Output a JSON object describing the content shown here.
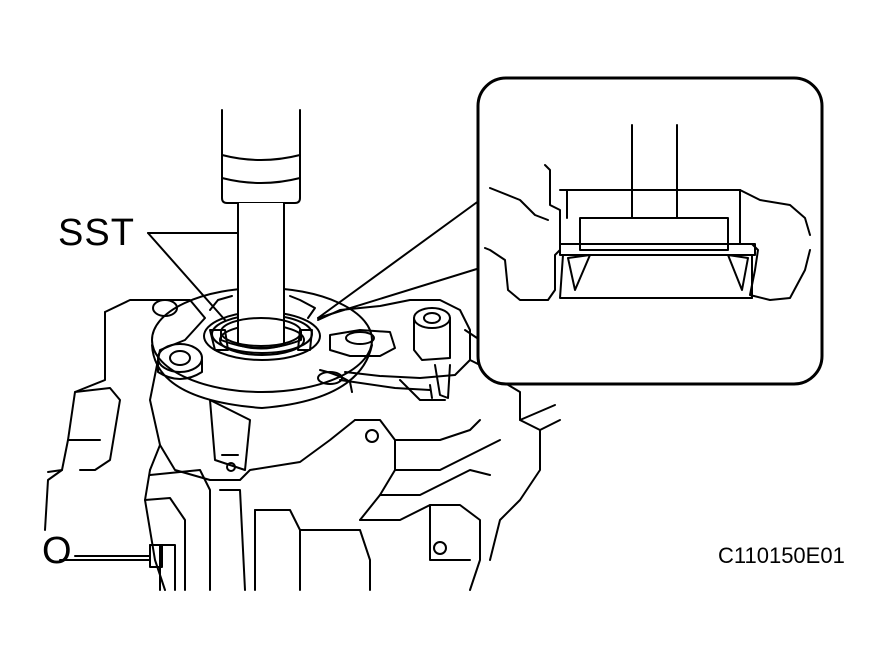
{
  "labels": {
    "tool": "SST",
    "part_mark": "O",
    "figure_code": "C110150E01"
  },
  "colors": {
    "line": "#000000",
    "background": "#ffffff"
  }
}
